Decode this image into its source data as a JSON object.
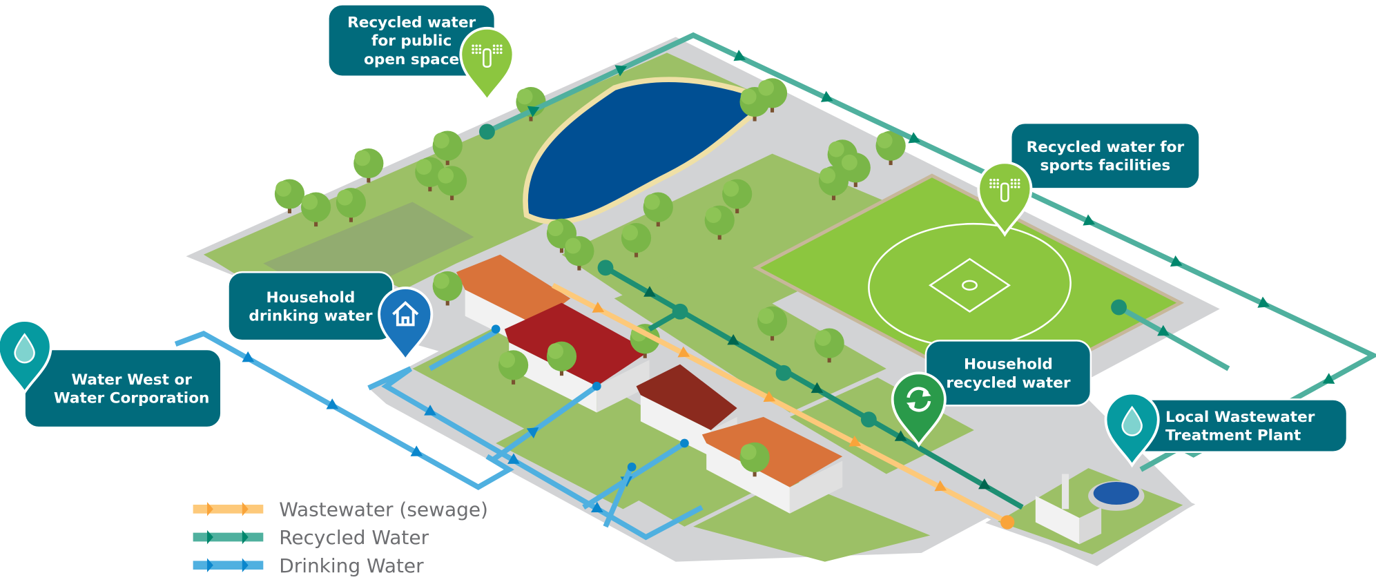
{
  "callouts": {
    "public_open_space": {
      "lines": [
        "Recycled water",
        "for public",
        "open space"
      ]
    },
    "sports_facilities": {
      "lines": [
        "Recycled water for",
        "sports facilities"
      ]
    },
    "household_drinking": {
      "lines": [
        "Household",
        "drinking water"
      ]
    },
    "water_corporation": {
      "lines": [
        "Water West or",
        "Water Corporation"
      ]
    },
    "household_recycled": {
      "lines": [
        "Household",
        "recycled water"
      ]
    },
    "treatment_plant": {
      "lines": [
        "Local Wastewater",
        "Treatment Plant"
      ]
    }
  },
  "legend": {
    "items": [
      {
        "label": "Wastewater (sewage)",
        "color": "#fdc97a",
        "arrow_color": "#f9a43a"
      },
      {
        "label": "Recycled Water",
        "color": "#4fb09e",
        "arrow_color": "#00866c"
      },
      {
        "label": "Drinking Water",
        "color": "#4fb0e0",
        "arrow_color": "#0a86cc"
      }
    ]
  },
  "colors": {
    "callout": "#016b7c",
    "ground": "#d2d3d5",
    "grass": "#9cc066",
    "field": "#8cc63f",
    "pond": "#004f93",
    "recycled": "#4fb09e",
    "drinking": "#4fb0e0",
    "wastewater": "#fdc97a"
  }
}
